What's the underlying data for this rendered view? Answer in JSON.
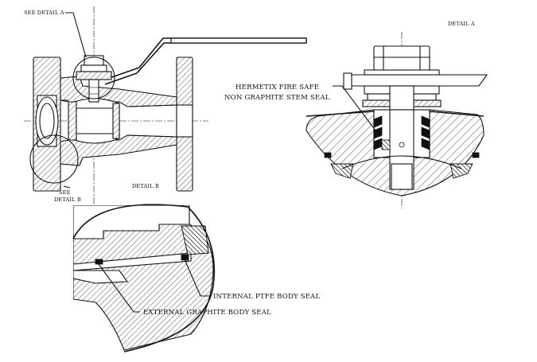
{
  "labels": {
    "see_detail_a": "SEE DETAIL  A",
    "detail_a": "DETAIL  A",
    "detail_b": "DETAIL  B",
    "see_detail_b_line1": "SEE",
    "see_detail_b_line2": "DETAIL  B",
    "hermetix_line1": "HERMETIX FIRE SAFE",
    "hermetix_line2": "NON GRAPHITE STEM SEAL",
    "internal_seal": "INTERNAL PTFE BODY SEAL",
    "external_seal": "EXTERNAL GRAPHITE BODY SEAL"
  }
}
